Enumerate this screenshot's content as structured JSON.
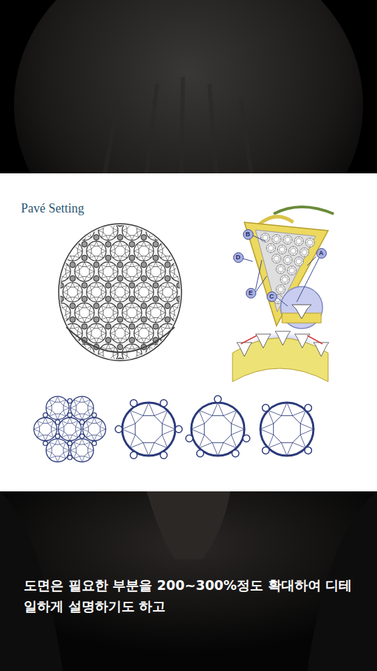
{
  "diagram": {
    "title": "Pavé Setting",
    "caption": "도면은 필요한 부분을 200~300%정도 확대하여 디테일하게 설명하기도 하고",
    "nodes": [
      {
        "text": [
          "B"
        ]
      },
      {
        "text": [
          "A"
        ]
      },
      {
        "text": [
          "D"
        ]
      },
      {
        "text": [
          "E"
        ]
      },
      {
        "text": [
          "C"
        ]
      }
    ]
  }
}
